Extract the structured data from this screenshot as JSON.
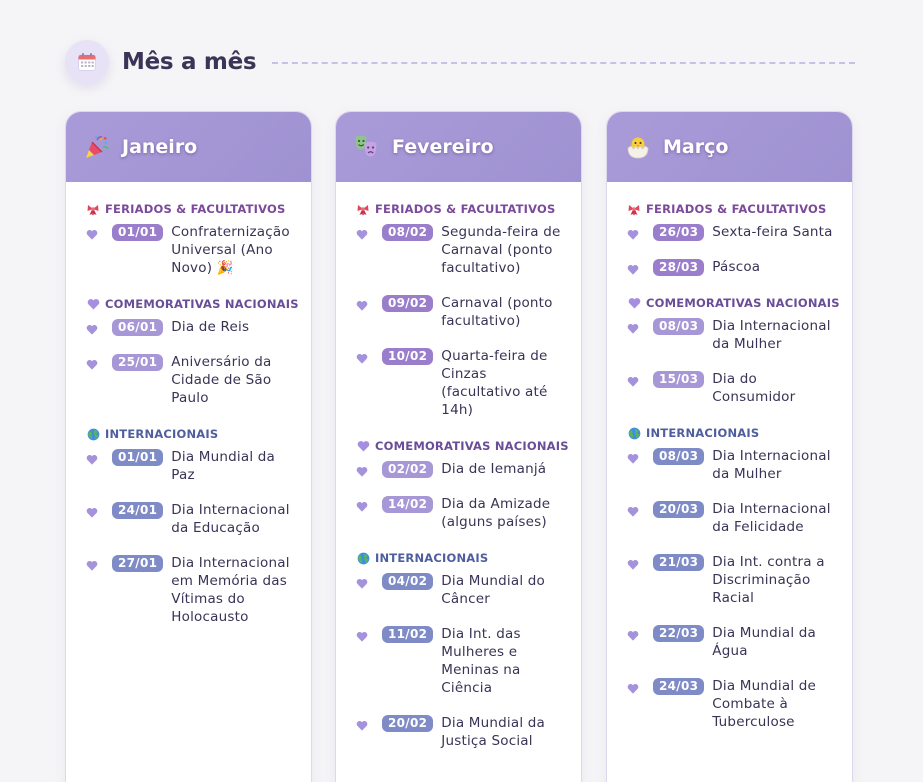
{
  "section": {
    "title": "Mês a mês",
    "icon": "calendar-icon"
  },
  "categories": {
    "feriados": {
      "label": "FERIADOS & FACULTATIVOS",
      "icon": "ribbon-icon",
      "color": "#7b4a9a",
      "badge_color": "#9b7ecb"
    },
    "nacionais": {
      "label": "COMEMORATIVAS NACIONAIS",
      "icon": "purple-heart-icon",
      "color": "#6a4d98",
      "badge_color": "#a897d6"
    },
    "internacionais": {
      "label": "INTERNACIONAIS",
      "icon": "globe-icon",
      "color": "#4e5e9e",
      "badge_color": "#7f8bc6"
    }
  },
  "months": [
    {
      "name": "Janeiro",
      "emoji": "party-popper-icon",
      "groups": [
        {
          "type": "feriados",
          "events": [
            {
              "date": "01/01",
              "label": "Confraternização Universal (Ano Novo) 🎉"
            }
          ]
        },
        {
          "type": "nacionais",
          "events": [
            {
              "date": "06/01",
              "label": "Dia de Reis"
            },
            {
              "date": "25/01",
              "label": "Aniversário da Cidade de São Paulo"
            }
          ]
        },
        {
          "type": "internacionais",
          "events": [
            {
              "date": "01/01",
              "label": "Dia Mundial da Paz"
            },
            {
              "date": "24/01",
              "label": "Dia Internacional da Educação"
            },
            {
              "date": "27/01",
              "label": "Dia Internacional em Memória das Vítimas do Holocausto"
            }
          ]
        }
      ]
    },
    {
      "name": "Fevereiro",
      "emoji": "theater-masks-icon",
      "groups": [
        {
          "type": "feriados",
          "events": [
            {
              "date": "08/02",
              "label": "Segunda-feira de Carnaval (ponto facultativo)"
            },
            {
              "date": "09/02",
              "label": "Carnaval (ponto facultativo)"
            },
            {
              "date": "10/02",
              "label": "Quarta-feira de Cinzas (facultativo até 14h)"
            }
          ]
        },
        {
          "type": "nacionais",
          "events": [
            {
              "date": "02/02",
              "label": "Dia de Iemanjá"
            },
            {
              "date": "14/02",
              "label": "Dia da Amizade (alguns países)"
            }
          ]
        },
        {
          "type": "internacionais",
          "events": [
            {
              "date": "04/02",
              "label": "Dia Mundial do Câncer"
            },
            {
              "date": "11/02",
              "label": "Dia Int. das Mulheres e Meninas na Ciência"
            },
            {
              "date": "20/02",
              "label": "Dia Mundial da Justiça Social"
            }
          ]
        }
      ]
    },
    {
      "name": "Março",
      "emoji": "hatching-chick-icon",
      "groups": [
        {
          "type": "feriados",
          "events": [
            {
              "date": "26/03",
              "label": "Sexta-feira Santa"
            },
            {
              "date": "28/03",
              "label": "Páscoa"
            }
          ]
        },
        {
          "type": "nacionais",
          "events": [
            {
              "date": "08/03",
              "label": "Dia Internacional da Mulher"
            },
            {
              "date": "15/03",
              "label": "Dia do Consumidor"
            }
          ]
        },
        {
          "type": "internacionais",
          "events": [
            {
              "date": "08/03",
              "label": "Dia Internacional da Mulher"
            },
            {
              "date": "20/03",
              "label": "Dia Internacional da Felicidade"
            },
            {
              "date": "21/03",
              "label": "Dia Int. contra a Discriminação Racial"
            },
            {
              "date": "22/03",
              "label": "Dia Mundial da Água"
            },
            {
              "date": "24/03",
              "label": "Dia Mundial de Combate à Tuberculose"
            }
          ]
        }
      ]
    }
  ]
}
